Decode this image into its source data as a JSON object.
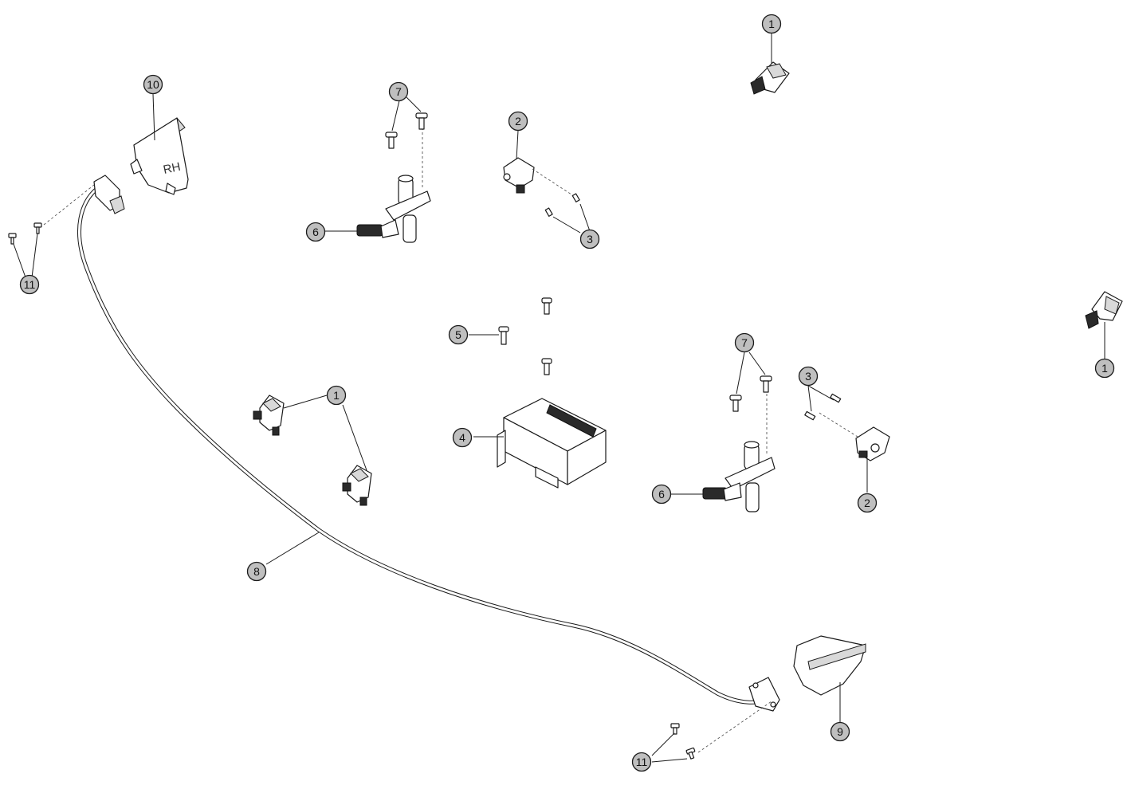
{
  "diagram": {
    "part_label_rh": "RH",
    "callouts": [
      {
        "id": "c-1a",
        "label": "1"
      },
      {
        "id": "c-1b",
        "label": "1"
      },
      {
        "id": "c-1c",
        "label": "1"
      },
      {
        "id": "c-2a",
        "label": "2"
      },
      {
        "id": "c-2b",
        "label": "2"
      },
      {
        "id": "c-3a",
        "label": "3"
      },
      {
        "id": "c-3b",
        "label": "3"
      },
      {
        "id": "c-4",
        "label": "4"
      },
      {
        "id": "c-5",
        "label": "5"
      },
      {
        "id": "c-6a",
        "label": "6"
      },
      {
        "id": "c-6b",
        "label": "6"
      },
      {
        "id": "c-7a",
        "label": "7"
      },
      {
        "id": "c-7b",
        "label": "7"
      },
      {
        "id": "c-8",
        "label": "8"
      },
      {
        "id": "c-9",
        "label": "9"
      },
      {
        "id": "c-10",
        "label": "10"
      },
      {
        "id": "c-11a",
        "label": "11"
      },
      {
        "id": "c-11b",
        "label": "11"
      }
    ]
  }
}
